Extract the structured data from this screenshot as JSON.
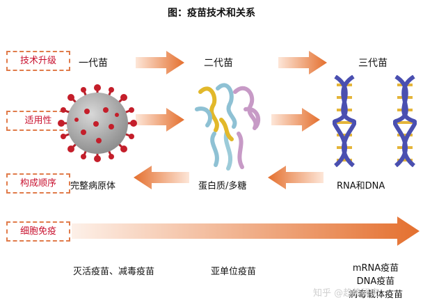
{
  "title": "图：疫苗技术和关系",
  "categories": [
    "技术升级",
    "适用性",
    "构成顺序",
    "细胞免疫"
  ],
  "generations": [
    "一代苗",
    "二代苗",
    "三代苗"
  ],
  "components": [
    "完整病原体",
    "蛋白质/多糖",
    "RNA和DNA"
  ],
  "vaccine_types": {
    "gen1": "灭活疫苗、减毒疫苗",
    "gen2": "亚单位疫苗",
    "gen3": [
      "mRNA疫苗",
      "DNA疫苗",
      "病毒载体疫苗"
    ]
  },
  "watermark": "知乎 @趋势研究",
  "colors": {
    "accent": "#e8763a",
    "category_text": "#c8102e",
    "box_border": "#e07b4a"
  }
}
